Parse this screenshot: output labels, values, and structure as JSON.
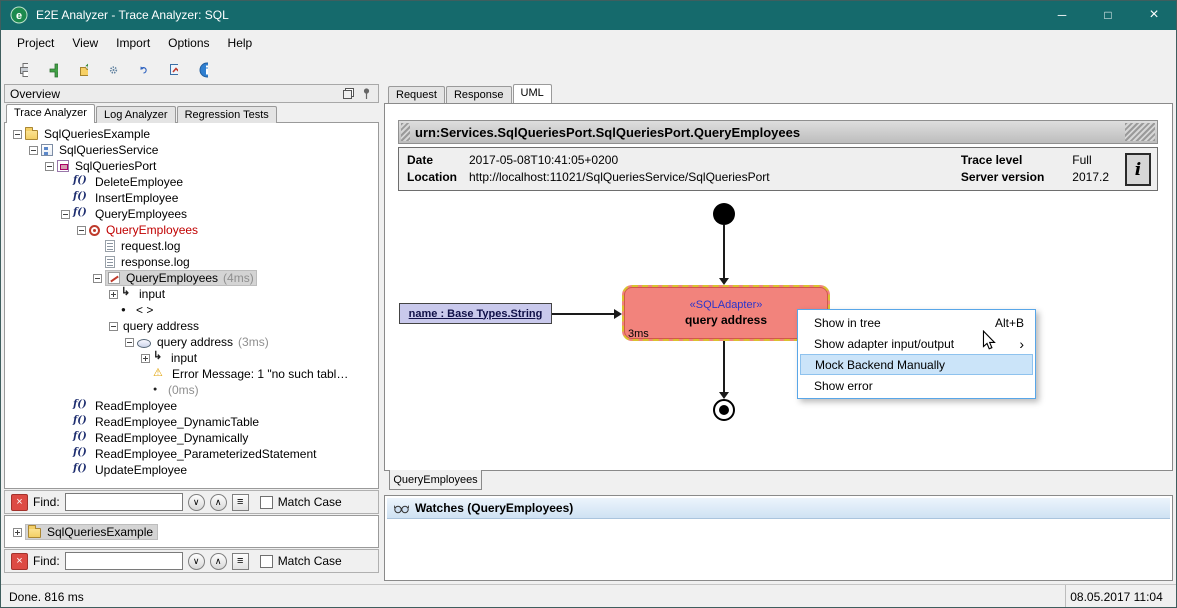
{
  "window": {
    "title": "E2E Analyzer - Trace Analyzer: SQL",
    "minimize_icon": "─",
    "maximize_icon": "□",
    "close_icon": "×"
  },
  "menu": {
    "items": [
      "Project",
      "View",
      "Import",
      "Options",
      "Help"
    ]
  },
  "overview": {
    "title": "Overview",
    "tabs": [
      "Trace Analyzer",
      "Log Analyzer",
      "Regression Tests"
    ],
    "tree": [
      {
        "label": "SqlQueriesExample"
      },
      {
        "label": "SqlQueriesService"
      },
      {
        "label": "SqlQueriesPort"
      },
      {
        "label": "DeleteEmployee"
      },
      {
        "label": "InsertEmployee"
      },
      {
        "label": "QueryEmployees"
      },
      {
        "label": "QueryEmployees"
      },
      {
        "label": "request.log"
      },
      {
        "label": "response.log"
      },
      {
        "label": "QueryEmployees",
        "duration": "(4ms)"
      },
      {
        "label": "input"
      },
      {
        "label": "< >"
      },
      {
        "label": "query address"
      },
      {
        "label": "query address",
        "duration": "(3ms)"
      },
      {
        "label": "input"
      },
      {
        "label": "Error Message: 1 \"no such tabl…"
      },
      {
        "label": "(0ms)"
      },
      {
        "label": "ReadEmployee"
      },
      {
        "label": "ReadEmployee_DynamicTable"
      },
      {
        "label": "ReadEmployee_Dynamically"
      },
      {
        "label": "ReadEmployee_ParameterizedStatement"
      },
      {
        "label": "UpdateEmployee"
      }
    ],
    "find": {
      "label": "Find:",
      "value": "",
      "match_case_label": "Match Case",
      "down_icon": "∨",
      "up_icon": "∧",
      "list_icon": "≡",
      "close_icon": "×"
    },
    "project_tree": {
      "root_label": "SqlQueriesExample"
    }
  },
  "detail": {
    "tabs": [
      "Request",
      "Response",
      "UML"
    ],
    "header": "urn:Services.SqlQueriesPort.SqlQueriesPort.QueryEmployees",
    "info": {
      "date_label": "Date",
      "date_value": "2017-05-08T10:41:05+0200",
      "location_label": "Location",
      "location_value": "http://localhost:11021/SqlQueriesService/SqlQueriesPort",
      "trace_level_label": "Trace level",
      "trace_level_value": "Full",
      "server_version_label": "Server version",
      "server_version_value": "2017.2",
      "info_button_label": "i"
    },
    "diagram": {
      "stereotype": "«SQLAdapter»",
      "activity_label": "query address",
      "param_label": "name : Base Types.String",
      "duration_label": "3ms"
    },
    "context_menu": [
      {
        "label": "Show in tree",
        "shortcut": "Alt+B"
      },
      {
        "label": "Show adapter input/output",
        "submenu_icon": "›"
      },
      {
        "label": "Mock Backend Manually"
      },
      {
        "label": "Show error"
      }
    ],
    "bottom_tab": "QueryEmployees",
    "watches_title": "Watches (QueryEmployees)"
  },
  "status": {
    "left": "Done. 816 ms",
    "right": "08.05.2017 11:04"
  }
}
